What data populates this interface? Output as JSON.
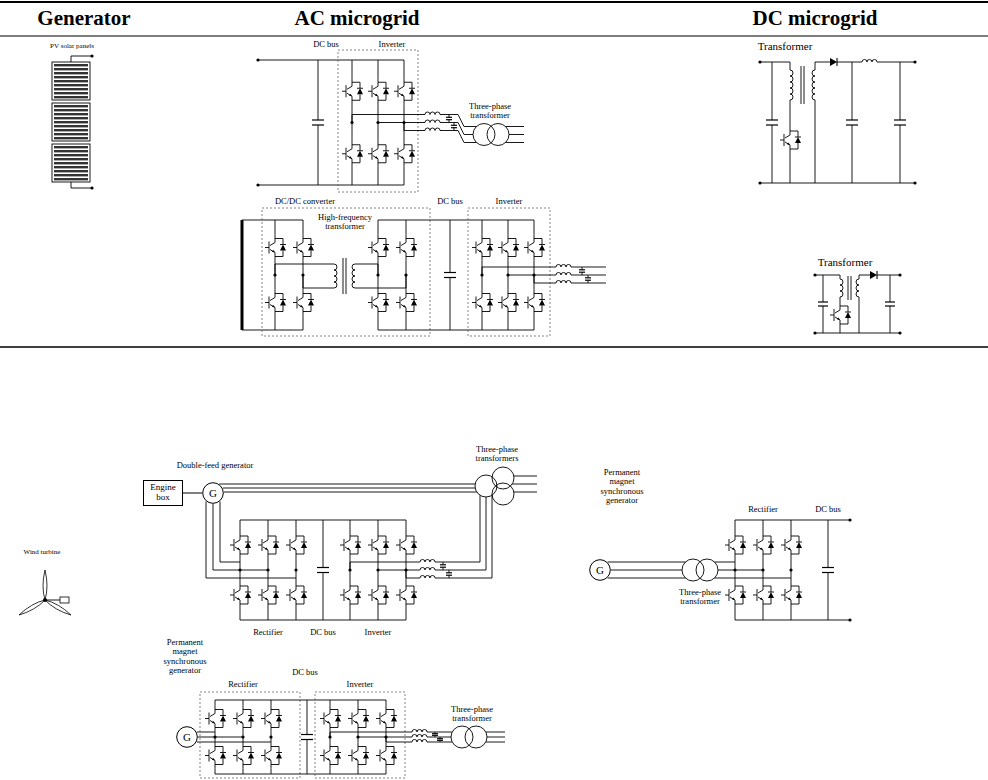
{
  "diagram": {
    "nodes": [
      {
        "text": [
          "Engine box"
        ]
      },
      {
        "text": [
          "G"
        ]
      },
      {
        "text": [
          "G"
        ]
      },
      {
        "text": [
          "G"
        ]
      }
    ],
    "edges": [
      {
        "from": 0,
        "to": 1,
        "arrow": "none"
      }
    ],
    "labels": [
      "Generator",
      "AC microgrid",
      "DC microgrid",
      "PV solar panels",
      "DC bus",
      "Inverter",
      "Three-phase transformer",
      "DC/DC converter",
      "High-frequency transformer",
      "DC bus",
      "Inverter",
      "Transformer",
      "Transformer",
      "Double-feed generator",
      "Three-phase transformers",
      "Rectifier",
      "DC bus",
      "Inverter",
      "Wind turbine",
      "Permanent magnet synchronous generator",
      "Three-phase transformer",
      "Rectifier",
      "DC bus",
      "Permanent magnet synchronous generator",
      "Rectifier",
      "DC bus",
      "Inverter",
      "Three-phase transformer"
    ]
  }
}
